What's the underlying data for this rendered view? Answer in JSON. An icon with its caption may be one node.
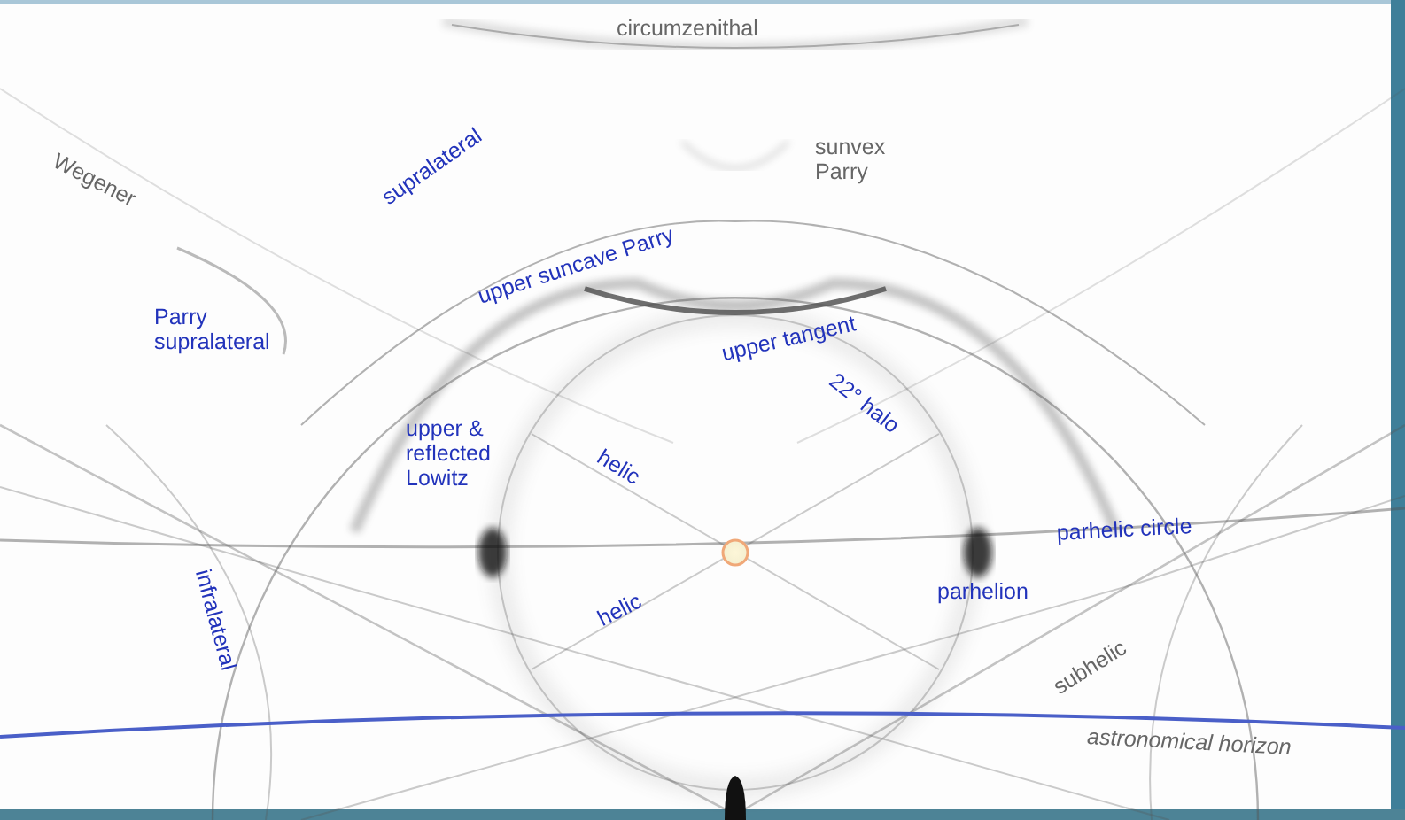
{
  "diagram": {
    "labels": [
      "circumzenithal",
      "supralateral",
      "sunvex Parry",
      "Wegener",
      "upper suncave Parry",
      "Parry supralateral",
      "upper tangent",
      "22° halo",
      "upper & reflected Lowitz",
      "helic",
      "parhelic circle",
      "helic",
      "parhelion",
      "infralateral",
      "subhelic",
      "astronomical horizon"
    ]
  }
}
